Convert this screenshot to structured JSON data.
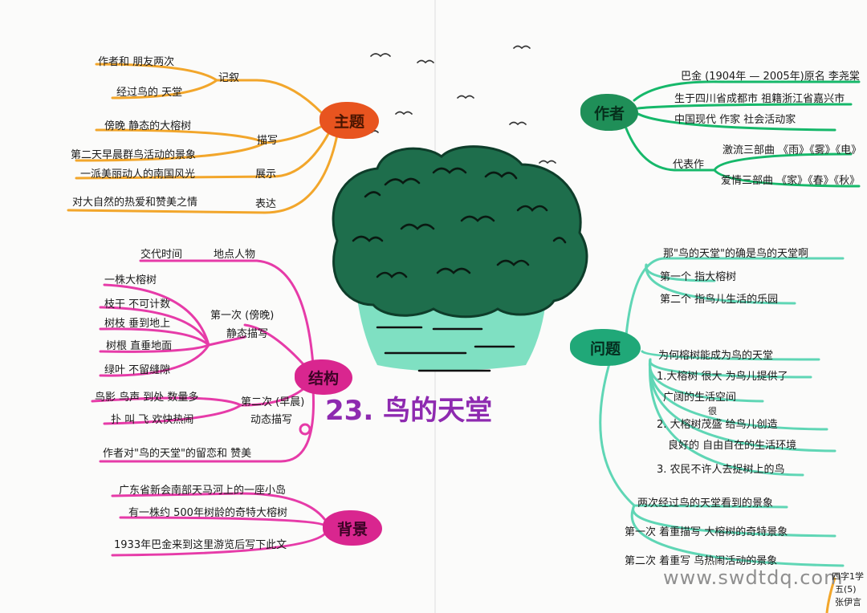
{
  "title": "23. 鸟的天堂",
  "watermark": "www.swdtdq.com",
  "signature": [
    "四字1学",
    "五(5)",
    "张伊言"
  ],
  "colors": {
    "theme": "#f2a62b",
    "theme_hub": "#e8541f",
    "author": "#16b86a",
    "author_hub": "#1f8f58",
    "structure": "#e63ba8",
    "structure_hub": "#d9268f",
    "background": "#e63ba8",
    "question": "#5fd6b5",
    "question_hub": "#20a878",
    "tree": "#1e6e4c",
    "trunk": "#7fe0c2",
    "title": "#8e2ab0"
  },
  "hubs": {
    "theme": "主题",
    "author": "作者",
    "structure": "结构",
    "background": "背景",
    "question": "问题"
  },
  "theme": {
    "record_label": "记叙",
    "record_items": [
      "作者和 朋友两次",
      "经过鸟的 天堂"
    ],
    "describe_label": "描写",
    "describe_items": [
      "傍晚 静态的大榕树",
      "第二天早晨群鸟活动的景象"
    ],
    "show_label": "展示",
    "show_item": "一派美丽动人的南国风光",
    "express_label": "表达",
    "express_item": "对大自然的热爱和赞美之情"
  },
  "author": {
    "bio": [
      "巴金 (1904年 — 2005年)原名 李尧棠",
      "生于四川省成都市  祖籍浙江省嘉兴市",
      "中国现代 作家  社会活动家"
    ],
    "works_label": "代表作",
    "works": [
      "激流三部曲 《雨》《雾》《电》",
      "爱情三部曲 《家》《春》《秋》"
    ]
  },
  "structure": {
    "top": [
      "交代时间",
      "地点人物"
    ],
    "first_label": [
      "第一次 (傍晚)",
      "静态描写"
    ],
    "first_items": [
      "一株大榕树",
      "枝干  不可计数",
      "树枝  垂到地上",
      "树根  直垂地面",
      "绿叶  不留缝隙"
    ],
    "second_label": [
      "第二次 (早晨)",
      "动态描写"
    ],
    "second_items": [
      "鸟影 鸟声  到处  数量多",
      "扑 叫 飞  欢快热闹"
    ],
    "bottom": "作者对\"鸟的天堂\"的留恋和 赞美"
  },
  "background": {
    "items": [
      "广东省新会南部天马河上的一座小岛",
      "有一株约 500年树龄的奇特大榕树",
      "1933年巴金来到这里游览后写下此文"
    ]
  },
  "question": {
    "q1": "那\"鸟的天堂\"的确是鸟的天堂啊",
    "q1_items": [
      "第一个  指大榕树",
      "第二个  指鸟儿生活的乐园"
    ],
    "q2": "为何榕树能成为鸟的天堂",
    "q2_items": [
      "1.大榕树 很大   为鸟儿提供了",
      "广阔的生活空间",
      "2. 大榕树茂盛   给鸟儿创造",
      "良好的  自由自在的生活环境",
      "3. 农民不许人去捉树上的鸟"
    ],
    "q2_insert": "很",
    "q3": "两次经过鸟的天堂看到的景象",
    "q3_items": [
      "第一次  着重描写   大榕树的奇特景象",
      "第二次  着重写      鸟热闹活动的景象"
    ]
  }
}
